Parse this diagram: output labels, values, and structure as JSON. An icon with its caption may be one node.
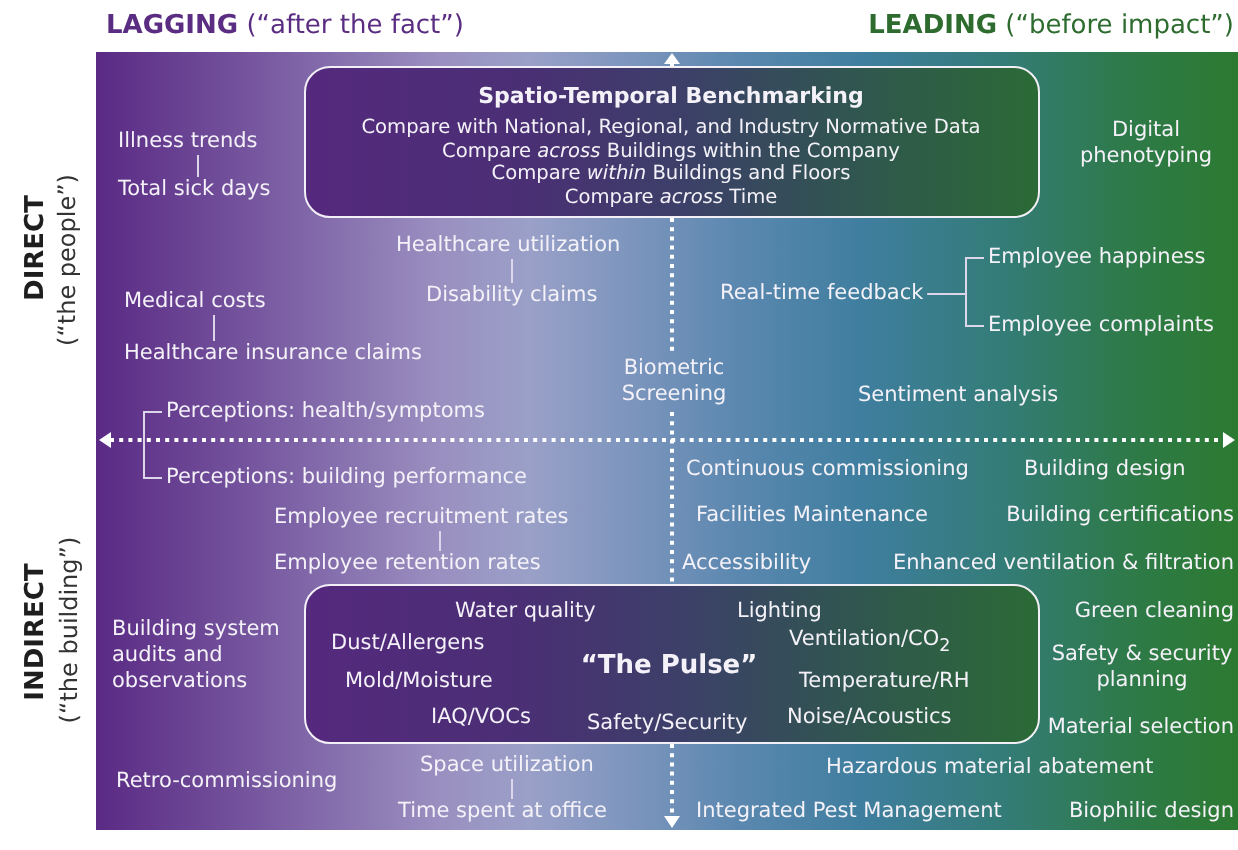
{
  "diagram": {
    "nodes": [
      {
        "text": [
          "Spatio-Temporal Benchmarking",
          "Compare with National, Regional, and Industry Normative Data",
          "Compare *across* Buildings within the Company",
          "Compare *within* Buildings and Floors",
          "Compare *across* Time"
        ]
      },
      {
        "text": [
          "Illness trends"
        ]
      },
      {
        "text": [
          "Total sick days"
        ]
      },
      {
        "text": [
          "Healthcare utilization"
        ]
      },
      {
        "text": [
          "Disability claims"
        ]
      },
      {
        "text": [
          "Medical costs"
        ]
      },
      {
        "text": [
          "Healthcare insurance claims"
        ]
      },
      {
        "text": [
          "Real-time feedback"
        ]
      },
      {
        "text": [
          "Employee happiness"
        ]
      },
      {
        "text": [
          "Employee complaints"
        ]
      },
      {
        "text": [
          "Perceptions: health/symptoms"
        ]
      },
      {
        "text": [
          "Perceptions: building performance"
        ]
      },
      {
        "text": [
          "Employee recruitment rates"
        ]
      },
      {
        "text": [
          "Employee retention rates"
        ]
      },
      {
        "text": [
          "“The Pulse”",
          "Water quality",
          "Lighting",
          "Dust/Allergens",
          "Ventilation/CO$_{2}$",
          "Mold/Moisture",
          "Temperature/RH",
          "IAQ/VOCs",
          "Safety/Security",
          "Noise/Acoustics"
        ]
      },
      {
        "text": [
          "Space utilization"
        ]
      },
      {
        "text": [
          "Time spent at office"
        ]
      }
    ],
    "edges": [
      {
        "from": 1,
        "to": 2,
        "arrow": "none"
      },
      {
        "from": 3,
        "to": 4,
        "arrow": "none"
      },
      {
        "from": 5,
        "to": 6,
        "arrow": "none"
      },
      {
        "from": 7,
        "to": 8,
        "arrow": "none"
      },
      {
        "from": 7,
        "to": 9,
        "arrow": "none"
      },
      {
        "from": 10,
        "to": 11,
        "arrow": "none"
      },
      {
        "from": 12,
        "to": 13,
        "arrow": "none"
      },
      {
        "from": 15,
        "to": 16,
        "arrow": "none"
      }
    ],
    "labels": [
      "**LAGGING** (“after the fact”)",
      "**LEADING** (“before impact”)",
      "DIRECT",
      "(“the people”)",
      "Digital phenotyping",
      "Biometric Screening",
      "Sentiment analysis",
      "Continuous commissioning",
      "Building design",
      "INDIRECT",
      "(“the building”)",
      "Facilities Maintenance",
      "Building certifications",
      "Accessibility",
      "Enhanced ventilation & filtration",
      "Building system audits and observations",
      "Green cleaning",
      "Safety & security planning",
      "Material selection",
      "Retro-commissioning",
      "Hazardous material abatement",
      "Integrated Pest Management",
      "Biophilic design"
    ]
  }
}
